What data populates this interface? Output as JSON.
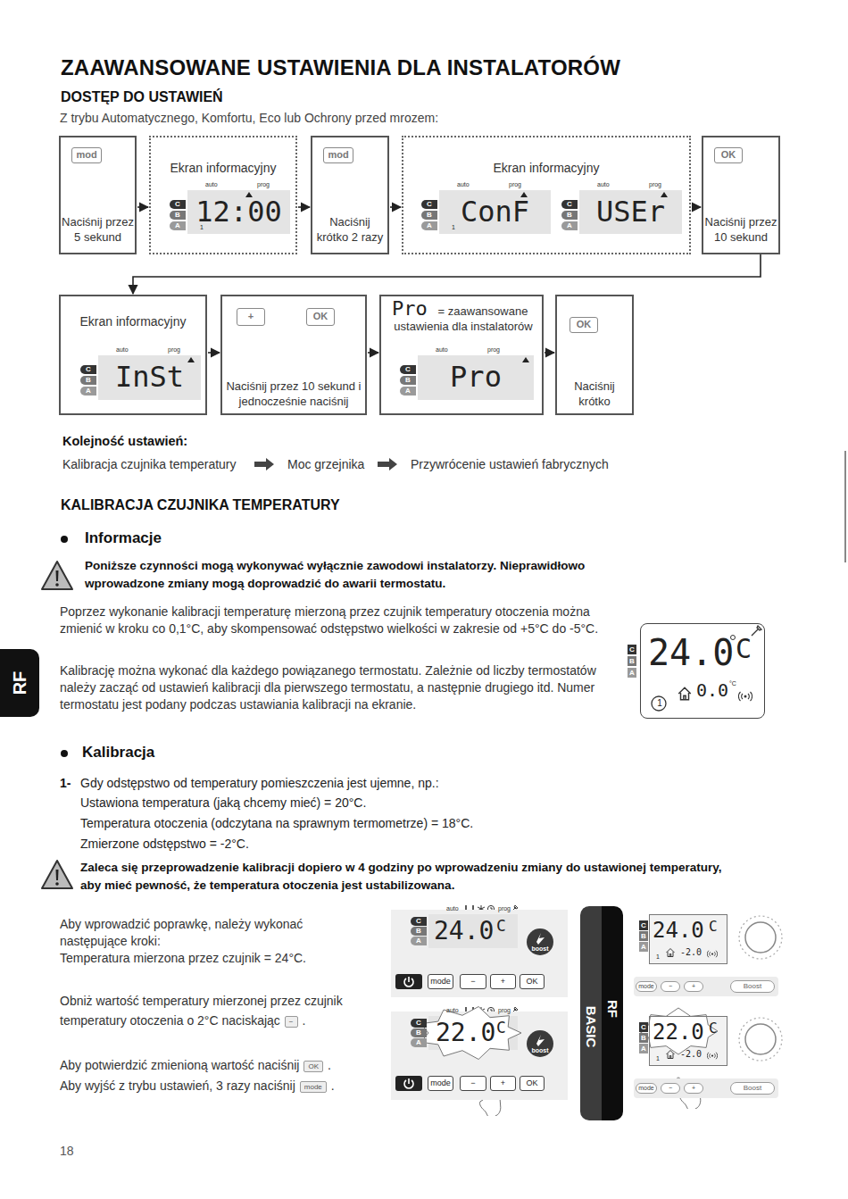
{
  "diagram": {
    "title": "ZAAWANSOWANE USTAWIENIA DLA INSTALATORÓW",
    "nodes": [
      {
        "text": [
          "Naciśnij przez 5 sekund"
        ]
      },
      {
        "text": [
          "Ekran informacyjny"
        ]
      },
      {
        "text": [
          "12:00"
        ],
        "in": 1
      },
      {
        "text": [
          "Naciśnij krótko 2 razy"
        ]
      },
      {
        "text": [
          "Ekran informacyjny"
        ]
      },
      {
        "text": [
          "ConF"
        ],
        "in": 4
      },
      {
        "text": [
          "USEr"
        ],
        "in": 4
      },
      {
        "text": [
          "Naciśnij przez 10 sekund"
        ]
      },
      {
        "text": [
          "Ekran informacyjny"
        ]
      },
      {
        "text": [
          "InSt"
        ],
        "in": 8
      },
      {
        "text": [
          "Naciśnij przez 10 sekund i jednocześnie naciśnij"
        ]
      },
      {
        "text": [
          "Pro",
          "= zaawansowane ustawienia dla instalatorów"
        ]
      },
      {
        "text": [
          "Pro"
        ],
        "in": 11
      },
      {
        "text": [
          "Naciśnij krótko"
        ]
      },
      {
        "text": [
          "RF"
        ]
      },
      {
        "text": [
          "24.0",
          "C",
          "0.0",
          "°C",
          "1"
        ]
      },
      {
        "text": [
          "24.0",
          "C"
        ]
      },
      {
        "text": [
          "22.0",
          "C"
        ]
      },
      {
        "text": [
          "BASIC",
          "RF"
        ]
      },
      {
        "text": [
          "24.0",
          "C",
          "-2.0",
          "1"
        ]
      },
      {
        "text": [
          "22.0",
          "C",
          "-2.0",
          "1"
        ]
      }
    ],
    "edges": [
      {
        "from": 0,
        "to": 1,
        "arrow": "to"
      },
      {
        "from": 1,
        "to": 3,
        "arrow": "to"
      },
      {
        "from": 3,
        "to": 4,
        "arrow": "to"
      },
      {
        "from": 4,
        "to": 7,
        "arrow": "to"
      },
      {
        "from": 7,
        "to": 8,
        "arrow": "to"
      },
      {
        "from": 8,
        "to": 10,
        "arrow": "to"
      },
      {
        "from": 10,
        "to": 11,
        "arrow": "to"
      },
      {
        "from": 11,
        "to": 13,
        "arrow": "to"
      }
    ],
    "labels": [
      "DOSTĘP DO USTAWIEŃ",
      "Z trybu Automatycznego, Komfortu, Eco lub Ochrony przed mrozem:",
      "mod",
      "auto",
      "prog",
      "C",
      "B",
      "A",
      "1",
      "mod",
      "auto",
      "prog",
      "C",
      "B",
      "A",
      "1",
      "auto",
      "prog",
      "C",
      "B",
      "A",
      "OK",
      "auto",
      "prog",
      "C",
      "B",
      "A",
      "+",
      "OK",
      "auto",
      "prog",
      "C",
      "B",
      "A",
      "OK",
      "Kolejność ustawień:",
      "Kalibracja czujnika temperatury",
      "Moc grzejnika",
      "Przywrócenie ustawień fabrycznych",
      "KALIBRACJA CZUJNIKA TEMPERATURY",
      "Informacje",
      "Poniższe czynności mogą wykonywać wyłącznie zawodowi instalatorzy. Nieprawidłowo wprowadzone zmiany mogą doprowadzić do awarii termostatu.",
      "Poprzez wykonanie kalibracji temperaturę mierzoną przez czujnik temperatury otoczenia można zmienić w kroku co 0,1°C, aby skompensować odstępstwo wielkości w zakresie od +5°C do -5°C.",
      "Kalibrację można wykonać dla każdego powiązanego termostatu. Zależnie od liczby termostatów należy zacząć od ustawień kalibracji dla pierwszego termostatu, a następnie drugiego itd. Numer termostatu jest podany podczas ustawiania kalibracji na ekranie.",
      "C",
      "B",
      "A",
      "Kalibracja",
      "1-",
      "Gdy odstępstwo od temperatury pomieszczenia jest ujemne, np.:",
      "Ustawiona temperatura (jaką chcemy mieć) = 20°C.",
      "Temperatura otoczenia (odczytana na sprawnym termometrze) = 18°C.",
      "Zmierzone odstępstwo = -2°C.",
      "Zaleca się przeprowadzenie kalibracji dopiero w 4 godziny po wprowadzeniu zmiany do ustawionej temperatury, aby mieć pewność, że temperatura otoczenia jest ustabilizowana.",
      "Aby wprowadzić poprawkę, należy wykonać następujące kroki:",
      "Temperatura mierzona przez czujnik = 24°C.",
      "Obniż wartość temperatury mierzonej przez czujnik temperatury otoczenia o 2°C naciskając",
      "−",
      ".",
      "Aby potwierdzić zmienioną wartość naciśnij",
      "OK",
      ".",
      "Aby wyjść z trybu ustawień, 3 razy naciśnij",
      "mode",
      ".",
      "auto",
      "prog",
      "C",
      "B",
      "A",
      "boost",
      "mode",
      "−",
      "+",
      "OK",
      "auto",
      "prog",
      "C",
      "B",
      "A",
      "boost",
      "mode",
      "−",
      "+",
      "OK",
      "C",
      "B",
      "A",
      "mode",
      "−",
      "+",
      "Boost",
      "C",
      "B",
      "A",
      "mode",
      "−",
      "+",
      "Boost",
      "18"
    ]
  }
}
